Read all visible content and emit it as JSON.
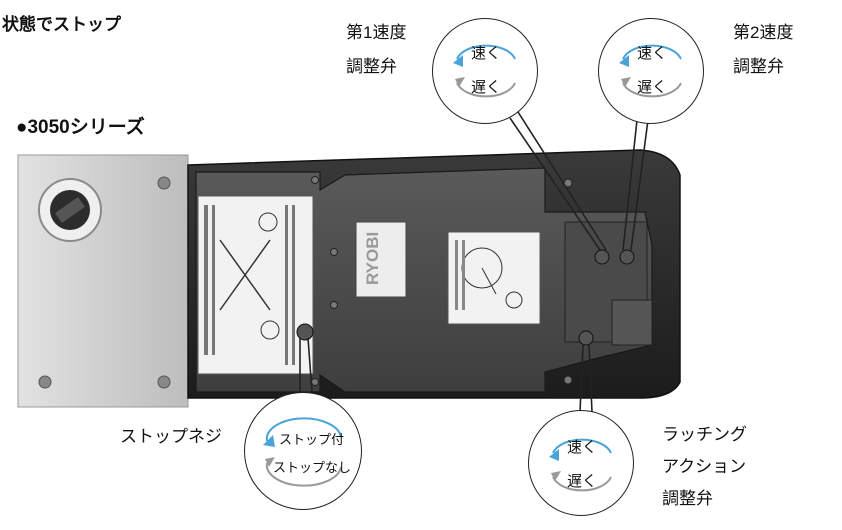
{
  "header": {
    "text": "状態でストップ"
  },
  "series_label": "●3050シリーズ",
  "brand": "RYOBI",
  "callouts": {
    "speed1": {
      "line1": "第1速度",
      "line2": "調整弁",
      "fast": "速く",
      "slow": "遅く"
    },
    "speed2": {
      "line1": "第2速度",
      "line2": "調整弁",
      "fast": "速く",
      "slow": "遅く"
    },
    "stop_screw": {
      "label": "ストップネジ",
      "with_stop": "ストップ付",
      "no_stop": "ストップなし"
    },
    "latching": {
      "line1": "ラッチング",
      "line2": "アクション",
      "line3": "調整弁",
      "fast": "速く",
      "slow": "遅く"
    }
  },
  "colors": {
    "arrow_blue": "#4aa3d8",
    "body_dark": "#2a2a2a",
    "body_mid": "#3b3b3b",
    "plate": "#c8c8c8"
  }
}
